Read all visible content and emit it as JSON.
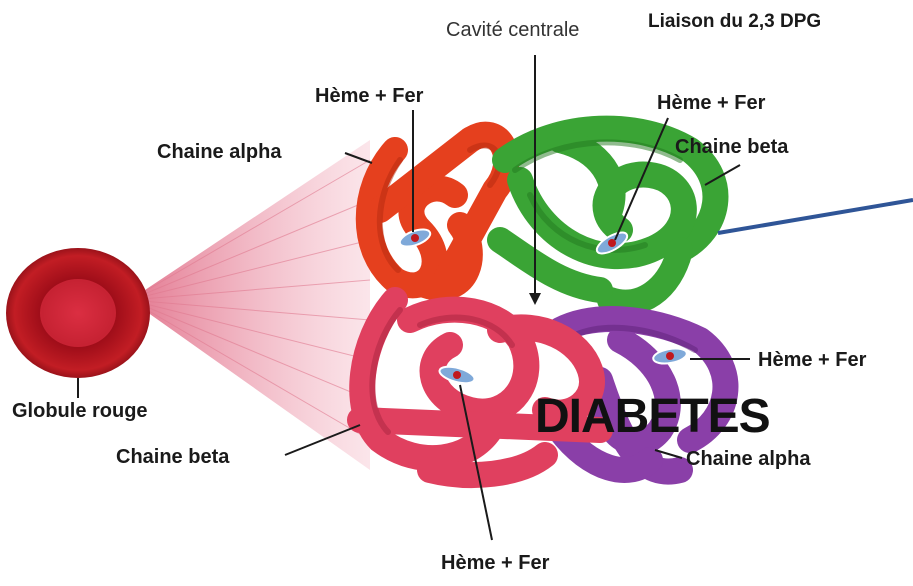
{
  "labels": {
    "cavite": "Cavité centrale",
    "liaison": "Liaison du 2,3 DPG",
    "heme_top_left": "Hème + Fer",
    "heme_top_right": "Hème + Fer",
    "heme_right": "Hème + Fer",
    "heme_bottom": "Hème + Fer",
    "chain_alpha_top": "Chaine alpha",
    "chain_beta_top": "Chaine beta",
    "chain_beta_bottom": "Chaine beta",
    "chain_alpha_bottom": "Chaine alpha",
    "globule": "Globule rouge",
    "diabetes": "DIABETES"
  },
  "colors": {
    "alpha_top": "#e5401e",
    "beta_top": "#3aa435",
    "beta_bottom": "#e0405f",
    "alpha_bottom": "#8a3fa8",
    "rbc": "#b5121b",
    "pointer_line": "#2f5597",
    "heme_disk": "#7fa9d9"
  }
}
